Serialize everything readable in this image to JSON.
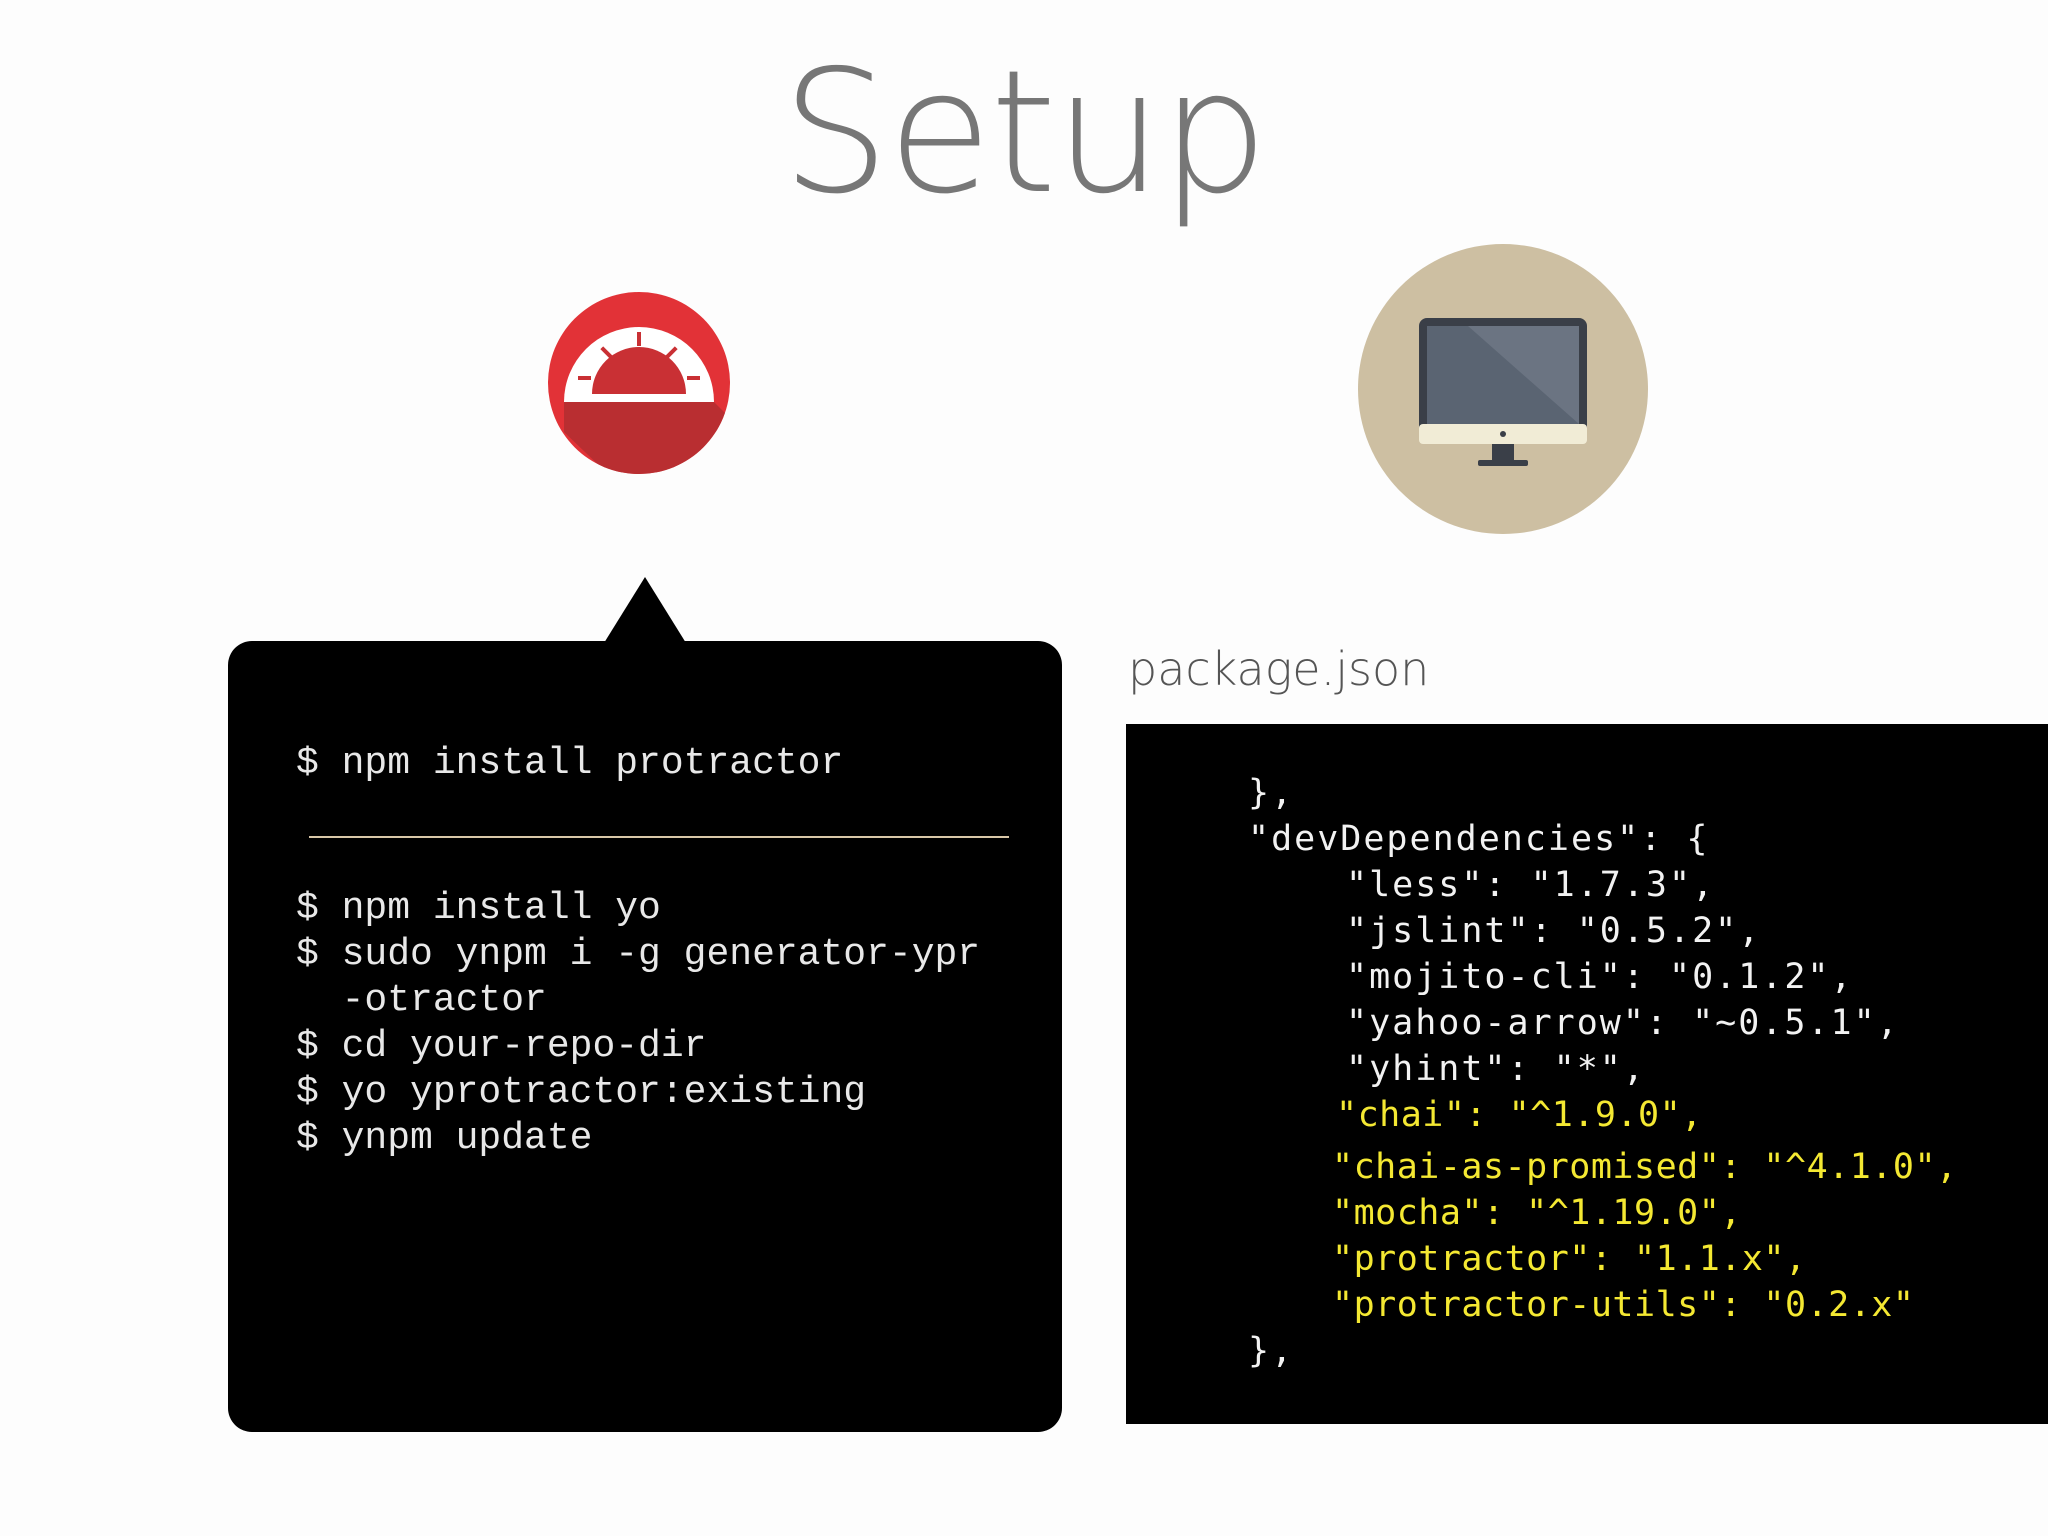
{
  "title": "Setup",
  "icons": {
    "left": "protractor-logo-icon",
    "right": "desktop-monitor-icon"
  },
  "colors": {
    "protractor_red": "#e23237",
    "protractor_dark_red": "#b52e31",
    "monitor_circle": "#cdbfa2",
    "monitor_screen": "#5a6472",
    "monitor_bezel": "#3a3f48",
    "monitor_chin": "#f1ecd6",
    "code_highlight": "#f4e832",
    "terminal_background": "#000000"
  },
  "terminal": {
    "first_command": "$ npm install protractor",
    "commands": [
      "$ npm install yo",
      "$ sudo ynpm i -g generator-ypr",
      "  -otractor",
      "$ cd your-repo-dir",
      "$ yo yprotractor:existing",
      "$ ynpm update"
    ]
  },
  "package_json": {
    "label": "package.json",
    "lines": [
      {
        "text": "},",
        "highlight": false
      },
      {
        "text": "\"devDependencies\": {",
        "highlight": false
      },
      {
        "text": "\"less\": \"1.7.3\",",
        "highlight": false
      },
      {
        "text": "\"jslint\": \"0.5.2\",",
        "highlight": false
      },
      {
        "text": "\"mojito-cli\": \"0.1.2\",",
        "highlight": false
      },
      {
        "text": "\"yahoo-arrow\": \"~0.5.1\",",
        "highlight": false
      },
      {
        "text": "\"yhint\": \"*\",",
        "highlight": false
      },
      {
        "text": "\"chai\": \"^1.9.0\",",
        "highlight": true
      },
      {
        "text": "\"chai-as-promised\": \"^4.1.0\",",
        "highlight": true
      },
      {
        "text": "\"mocha\": \"^1.19.0\",",
        "highlight": true
      },
      {
        "text": "\"protractor\": \"1.1.x\",",
        "highlight": true
      },
      {
        "text": "\"protractor-utils\": \"0.2.x\"",
        "highlight": true
      },
      {
        "text": "},",
        "highlight": false
      }
    ]
  }
}
